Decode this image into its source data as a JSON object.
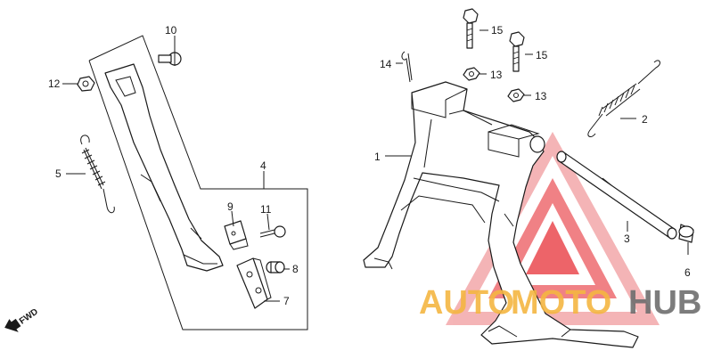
{
  "callouts": {
    "c1": "1",
    "c2": "2",
    "c3": "3",
    "c4": "4",
    "c5": "5",
    "c6": "6",
    "c7": "7",
    "c8": "8",
    "c9": "9",
    "c10": "10",
    "c11": "11",
    "c12": "12",
    "c13a": "13",
    "c13b": "13",
    "c14": "14",
    "c15a": "15",
    "c15b": "15"
  },
  "fwd_label": "FWD",
  "watermark": {
    "part1": "AUTO",
    "part2": "MOTO",
    "part3": "HUB",
    "color_orange": "#f5b642",
    "color_red": "#e8333a",
    "color_gray": "#6e6e6e"
  }
}
